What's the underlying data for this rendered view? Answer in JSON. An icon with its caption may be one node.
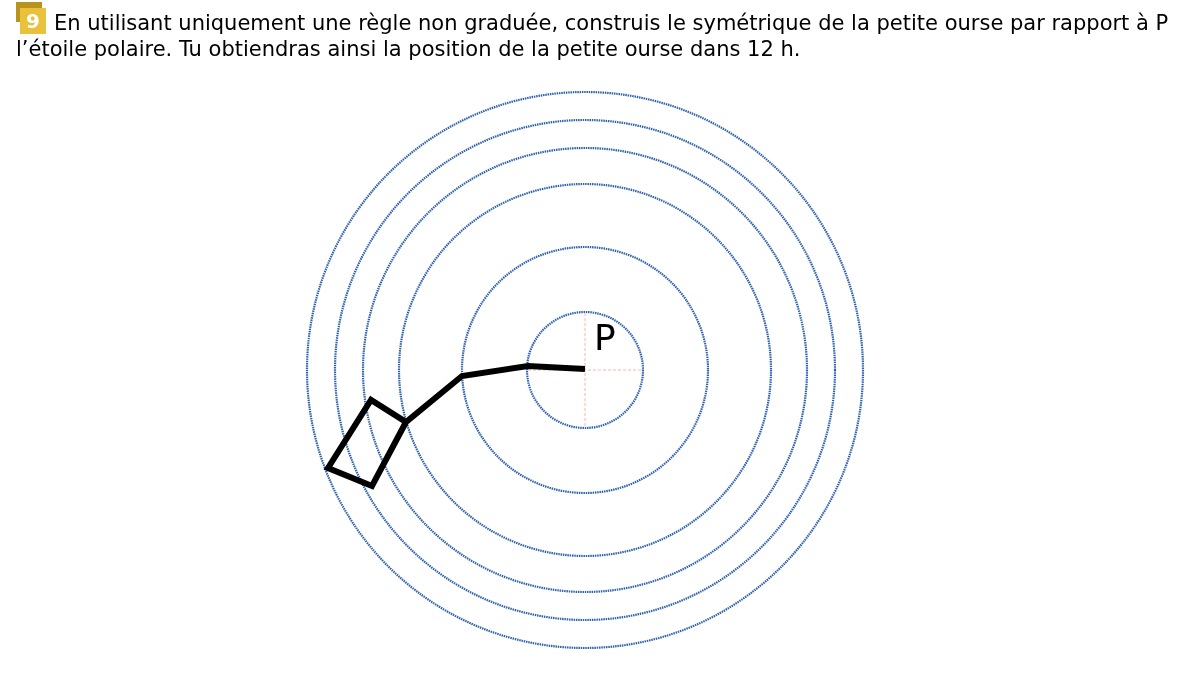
{
  "diagram": {
    "title": "En utilisant uniquement une règle non graduée, construis le symétrique de la petite ourse par rapport à P l’étoile polaire. Tu obtiendras ainsi la position de la petite ourse dans 12 h.",
    "labels": [
      "9",
      "P"
    ]
  }
}
